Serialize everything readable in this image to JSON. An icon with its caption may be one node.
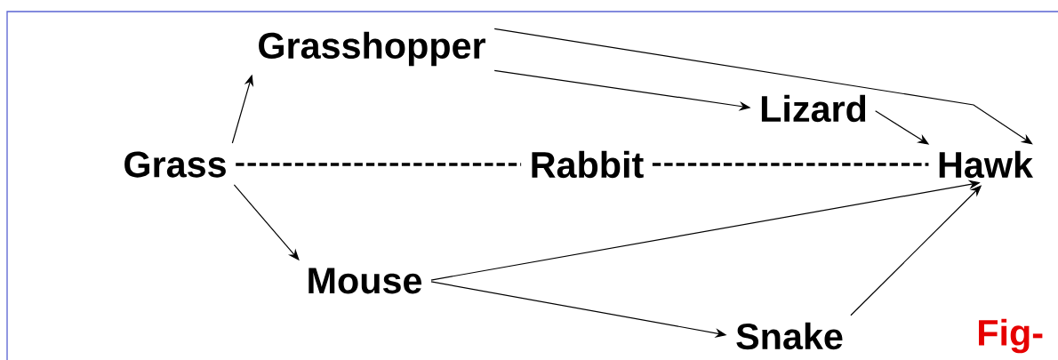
{
  "diagram": {
    "nodes": [
      {
        "text": [
          "Grasshopper"
        ]
      },
      {
        "text": [
          "Lizard"
        ]
      },
      {
        "text": [
          "Grass"
        ]
      },
      {
        "text": [
          "Rabbit"
        ]
      },
      {
        "text": [
          "Hawk"
        ]
      },
      {
        "text": [
          "Mouse"
        ]
      },
      {
        "text": [
          "Snake"
        ]
      }
    ],
    "edges": [
      {
        "from": 2,
        "to": 0,
        "arrow": "to"
      },
      {
        "from": 0,
        "to": 1,
        "arrow": "to"
      },
      {
        "from": 0,
        "to": 4,
        "arrow": "to"
      },
      {
        "from": 1,
        "to": 4,
        "arrow": "to"
      },
      {
        "from": 2,
        "to": 3,
        "arrow": "none",
        "style": "dashed"
      },
      {
        "from": 3,
        "to": 4,
        "arrow": "none",
        "style": "dashed"
      },
      {
        "from": 2,
        "to": 5,
        "arrow": "to"
      },
      {
        "from": 5,
        "to": 4,
        "arrow": "to"
      },
      {
        "from": 5,
        "to": 6,
        "arrow": "to"
      },
      {
        "from": 6,
        "to": 4,
        "arrow": "to"
      }
    ],
    "labels": [
      "Fig-"
    ]
  }
}
